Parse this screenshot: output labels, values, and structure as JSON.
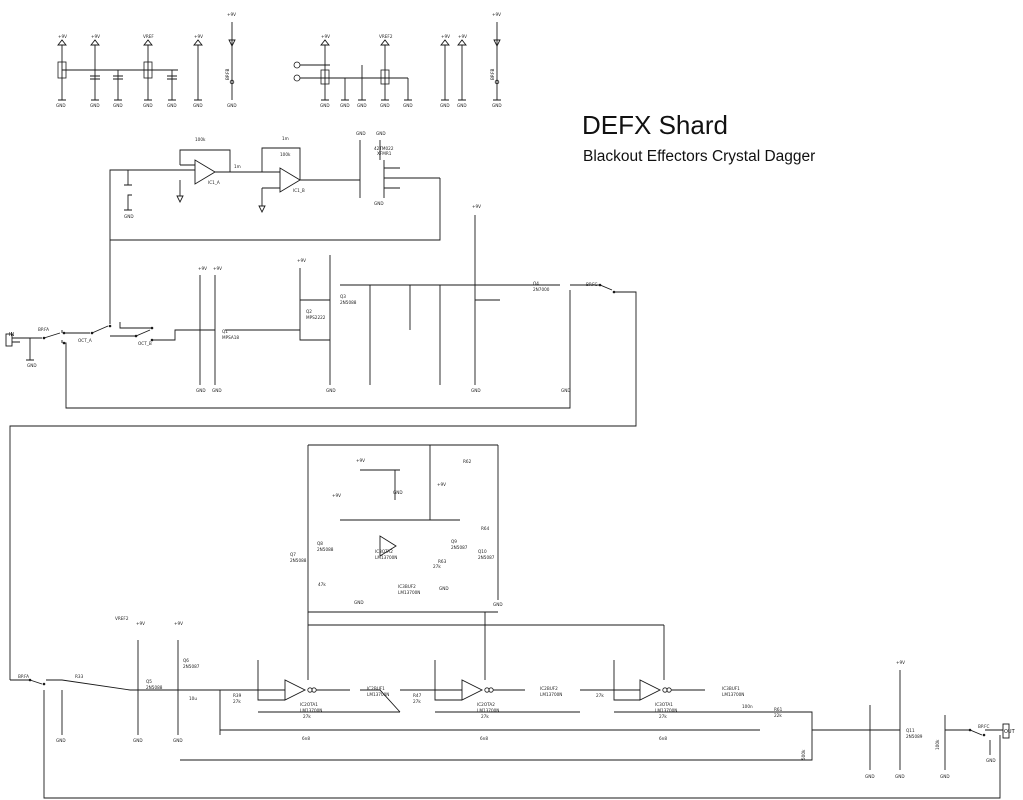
{
  "title": "DEFX Shard",
  "subtitle": "Blackout Effectors Crystal Dagger",
  "labels": {
    "gnd": "GND",
    "v9": "+9V",
    "vref": "VREF",
    "vref2": "VREF2",
    "in": "IN",
    "out": "OUT",
    "bp_fa": "BP.FA",
    "bp_fb": "BP.FB",
    "bp_fc": "BP.FC",
    "oct_a": "OCT_A",
    "oct_b": "OCT_B",
    "ic1a": "IC1_A",
    "ic1b": "IC1_B",
    "xfmr": "42TM022",
    "xfmr_ref": "XFMR1",
    "q1": "Q1",
    "q1_part": "MPSA18",
    "q2": "Q2",
    "q2_part": "MPS2222",
    "q3": "Q3",
    "q3_part": "2N5088",
    "q4": "Q4",
    "q4_part": "2N7000",
    "q5": "Q5",
    "q5_part": "2N5088",
    "q6": "Q6",
    "q6_part": "2N5087",
    "q7": "Q7",
    "q7_part": "2N5088",
    "q8": "Q8",
    "q8_part": "2N5088",
    "q9": "Q9",
    "q9_part": "2N5087",
    "q10": "Q10",
    "q10_part": "2N5087",
    "q11": "Q11",
    "q11_part": "2N5089",
    "ic2ota1": "IC2OTA1",
    "ic2ota2": "IC2OTA2",
    "ic3ota1": "IC3OTA1",
    "ic3ota2": "IC3OTA2",
    "ic2buf1": "IC2BUF1",
    "ic2buf2": "IC2BUF2",
    "ic3buf1": "IC3BUF1",
    "ic3buf2": "IC3BUF2",
    "lm13700n": "LM13700N",
    "res_100k": "100k",
    "res_27k": "27k",
    "res_47k": "47k",
    "res_22k": "22k",
    "res_1m": "1m",
    "cap_100n": "100n",
    "cap_10u": "10u",
    "cap_6n8": "6n8",
    "pot_500k": "500k",
    "pot_100k": "100k",
    "r33": "R33",
    "r39": "R39",
    "r47": "R47",
    "r61": "R61",
    "r62": "R62",
    "r63": "R63",
    "r64": "R64"
  }
}
